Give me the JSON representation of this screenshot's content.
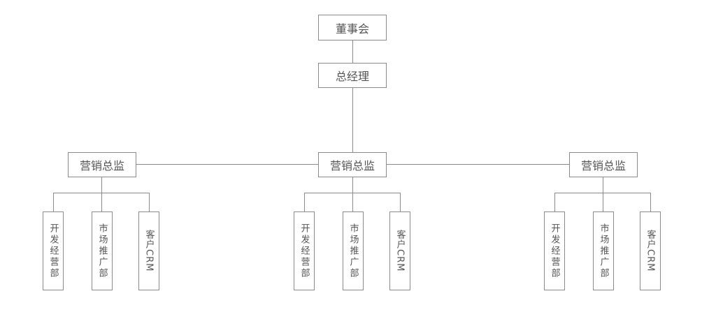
{
  "org": {
    "board": "董事会",
    "gm": "总经理",
    "directors": [
      {
        "title": "营销总监",
        "departments": [
          "开发经营部",
          "市场推广部",
          "客户CRM"
        ]
      },
      {
        "title": "营销总监",
        "departments": [
          "开发经营部",
          "市场推广部",
          "客户CRM"
        ]
      },
      {
        "title": "营销总监",
        "departments": [
          "开发经营部",
          "市场推广部",
          "客户CRM"
        ]
      }
    ]
  },
  "colors": {
    "line": "#8a8a8a",
    "text": "#555555",
    "background": "#ffffff"
  }
}
